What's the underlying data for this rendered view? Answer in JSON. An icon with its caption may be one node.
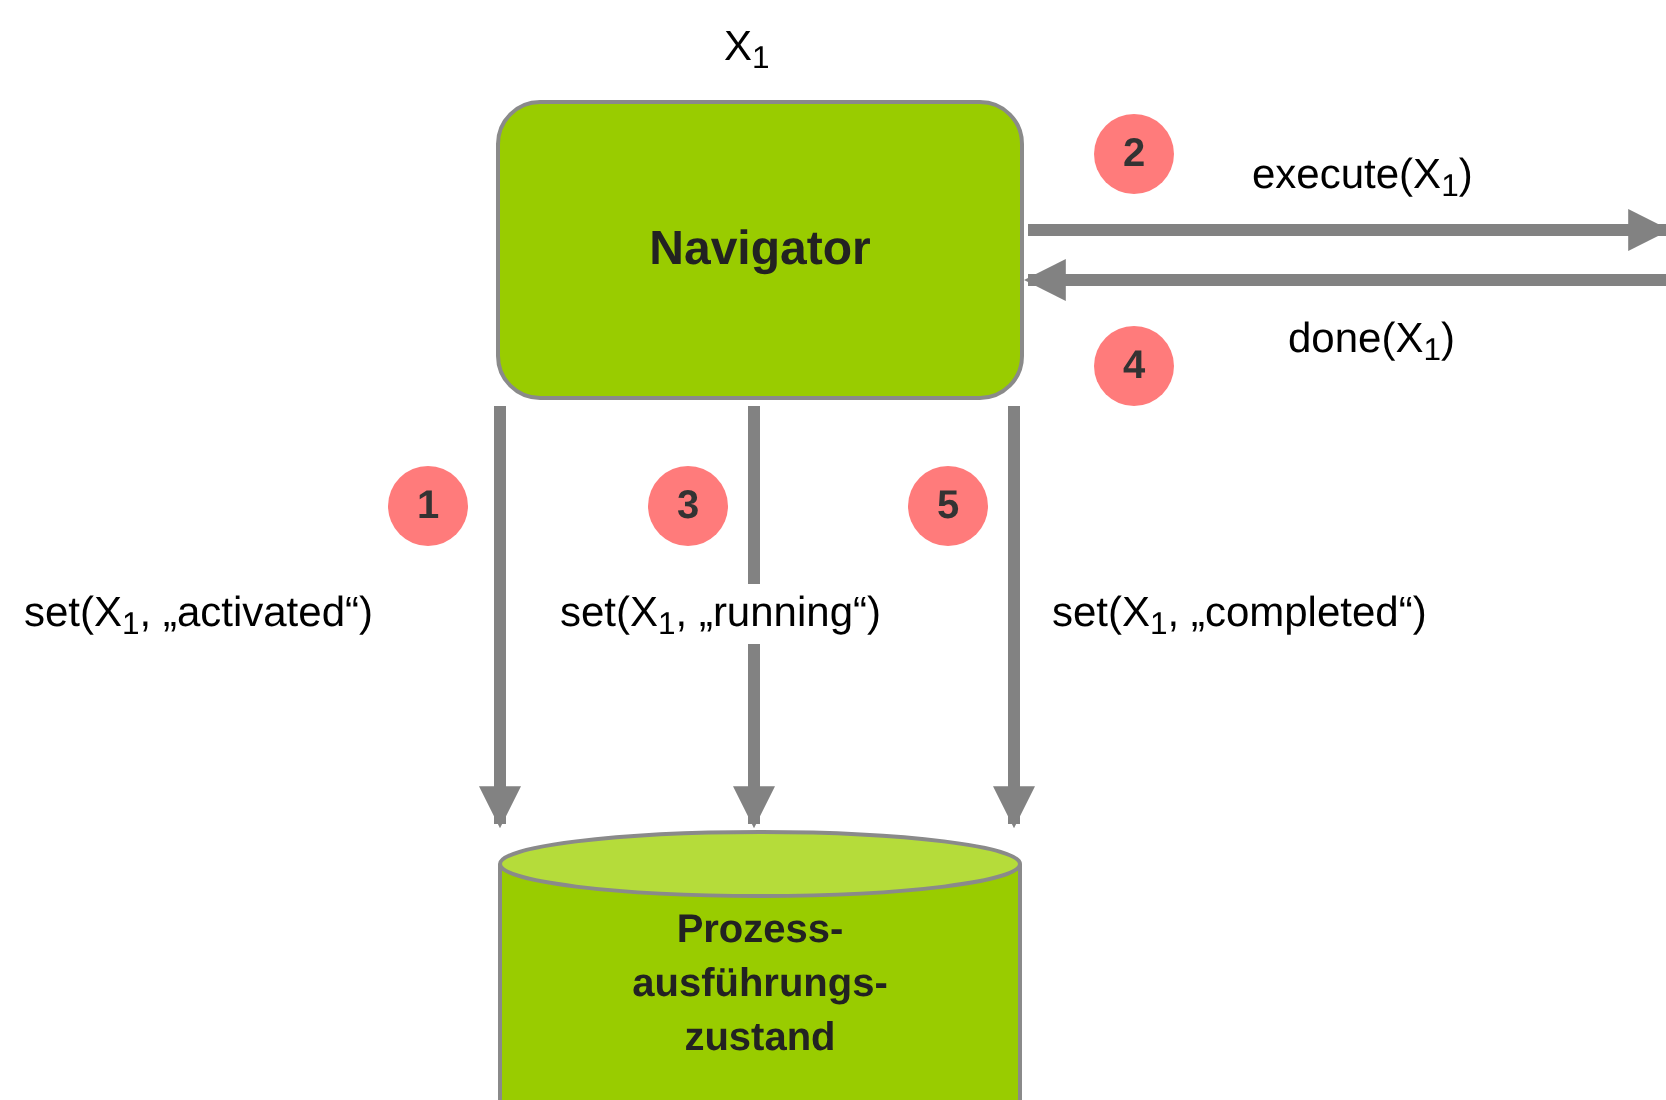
{
  "diagram": {
    "nodes": [
      {
        "text": [
          "Navigator"
        ],
        "beside": [
          "X$_{1}$"
        ]
      },
      {
        "text": [
          "2"
        ]
      },
      {
        "text": [
          "4"
        ]
      },
      {
        "text": [
          "1"
        ]
      },
      {
        "text": [
          "3"
        ]
      },
      {
        "text": [
          "5"
        ]
      },
      {
        "text": [
          "Prozess- ausführungs- zustand"
        ]
      }
    ],
    "edges": [
      {
        "from": 0,
        "to": 6,
        "arrow": "to",
        "label": "set(X$_{1}$, „activated“)"
      },
      {
        "from": 0,
        "to": 6,
        "arrow": "to",
        "label": "set(X$_{1}$, „running“)"
      },
      {
        "from": 0,
        "to": 6,
        "arrow": "to",
        "label": "set(X$_{1}$, „completed“)"
      },
      {
        "from": 0,
        "to": null,
        "arrow": "to",
        "label": "execute(X$_{1}$)"
      },
      {
        "from": null,
        "to": 0,
        "arrow": "to",
        "label": "done(X$_{1}$)"
      }
    ]
  }
}
